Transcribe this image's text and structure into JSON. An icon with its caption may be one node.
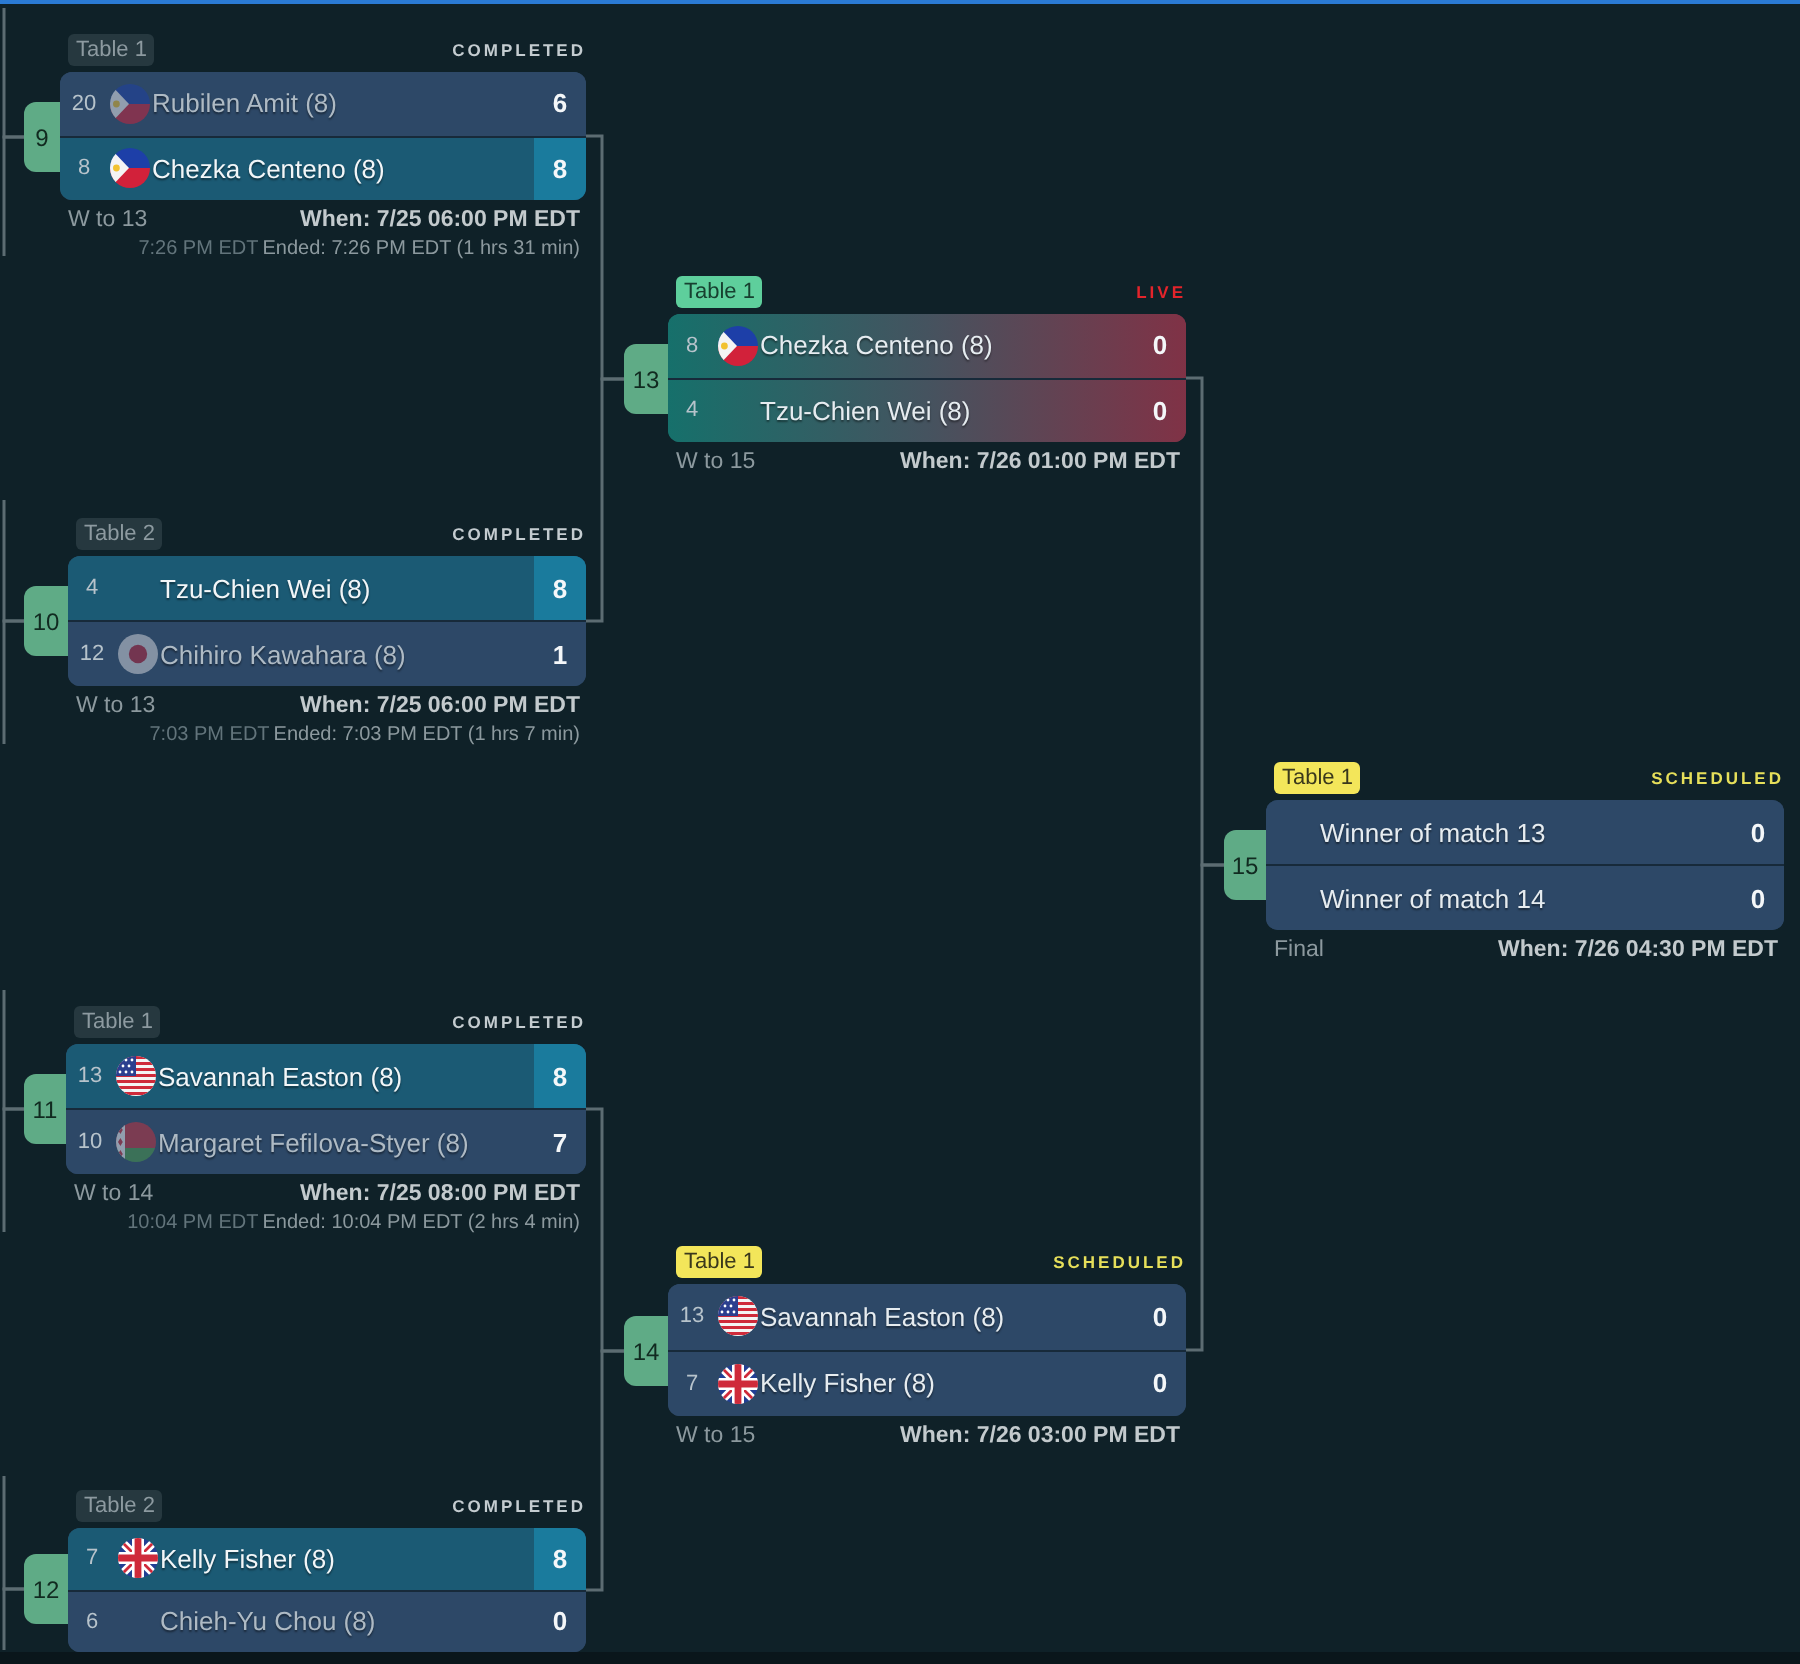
{
  "diagram": {
    "nodes": [
      {
        "text": [
          "9"
        ]
      },
      {
        "text": [
          "Table 1",
          "COMPLETED"
        ],
        "beside": [
          "W to 13",
          "When: 7/25 06:00 PM EDT",
          "7:26 PM EDT",
          "Ended: 7:26 PM EDT (1 hrs 31 min)"
        ]
      },
      {
        "in": 1,
        "text": [
          "20",
          "Rubilen Amit (8)",
          "6"
        ]
      },
      {
        "in": 1,
        "text": [
          "8",
          "Chezka Centeno (8)",
          "8"
        ]
      },
      {
        "text": [
          "10"
        ]
      },
      {
        "text": [
          "Table 2",
          "COMPLETED"
        ],
        "beside": [
          "W to 13",
          "When: 7/25 06:00 PM EDT",
          "7:03 PM EDT",
          "Ended: 7:03 PM EDT (1 hrs 7 min)"
        ]
      },
      {
        "in": 5,
        "text": [
          "4",
          "Tzu-Chien Wei (8)",
          "8"
        ]
      },
      {
        "in": 5,
        "text": [
          "12",
          "Chihiro Kawahara (8)",
          "1"
        ]
      },
      {
        "text": [
          "11"
        ]
      },
      {
        "text": [
          "Table 1",
          "COMPLETED"
        ],
        "beside": [
          "W to 14",
          "When: 7/25 08:00 PM EDT",
          "10:04 PM EDT",
          "Ended: 10:04 PM EDT (2 hrs 4 min)"
        ]
      },
      {
        "in": 9,
        "text": [
          "13",
          "Savannah Easton (8)",
          "8"
        ]
      },
      {
        "in": 9,
        "text": [
          "10",
          "Margaret Fefilova-Styer (8)",
          "7"
        ]
      },
      {
        "text": [
          "12"
        ]
      },
      {
        "text": [
          "Table 2",
          "COMPLETED"
        ]
      },
      {
        "in": 13,
        "text": [
          "7",
          "Kelly Fisher (8)",
          "8"
        ]
      },
      {
        "in": 13,
        "text": [
          "6",
          "Chieh-Yu Chou (8)",
          "0"
        ]
      },
      {
        "text": [
          "13"
        ]
      },
      {
        "text": [
          "Table 1",
          "LIVE"
        ],
        "beside": [
          "W to 15",
          "When: 7/26 01:00 PM EDT"
        ]
      },
      {
        "in": 17,
        "text": [
          "8",
          "Chezka Centeno (8)",
          "0"
        ]
      },
      {
        "in": 17,
        "text": [
          "4",
          "Tzu-Chien Wei (8)",
          "0"
        ]
      },
      {
        "text": [
          "14"
        ]
      },
      {
        "text": [
          "Table 1",
          "SCHEDULED"
        ],
        "beside": [
          "W to 15",
          "When: 7/26 03:00 PM EDT"
        ]
      },
      {
        "in": 21,
        "text": [
          "13",
          "Savannah Easton (8)",
          "0"
        ]
      },
      {
        "in": 21,
        "text": [
          "7",
          "Kelly Fisher (8)",
          "0"
        ]
      },
      {
        "text": [
          "15"
        ]
      },
      {
        "text": [
          "Table 1",
          "SCHEDULED"
        ],
        "beside": [
          "Final",
          "When: 7/26 04:30 PM EDT"
        ]
      },
      {
        "in": 25,
        "text": [
          "Winner of match 13",
          "0"
        ]
      },
      {
        "in": 25,
        "text": [
          "Winner of match 14",
          "0"
        ]
      }
    ],
    "edges": [
      {
        "from": null,
        "to": 0,
        "arrow": "none"
      },
      {
        "from": null,
        "to": 0,
        "arrow": "none"
      },
      {
        "from": null,
        "to": 4,
        "arrow": "none"
      },
      {
        "from": null,
        "to": 4,
        "arrow": "none"
      },
      {
        "from": null,
        "to": 8,
        "arrow": "none"
      },
      {
        "from": null,
        "to": 8,
        "arrow": "none"
      },
      {
        "from": null,
        "to": 12,
        "arrow": "none"
      },
      {
        "from": null,
        "to": 12,
        "arrow": "none"
      },
      {
        "from": 1,
        "to": 16,
        "arrow": "none"
      },
      {
        "from": 5,
        "to": 16,
        "arrow": "none"
      },
      {
        "from": 9,
        "to": 20,
        "arrow": "none"
      },
      {
        "from": 13,
        "to": 20,
        "arrow": "none"
      },
      {
        "from": 17,
        "to": 24,
        "arrow": "none"
      },
      {
        "from": 21,
        "to": 24,
        "arrow": "none"
      }
    ]
  }
}
